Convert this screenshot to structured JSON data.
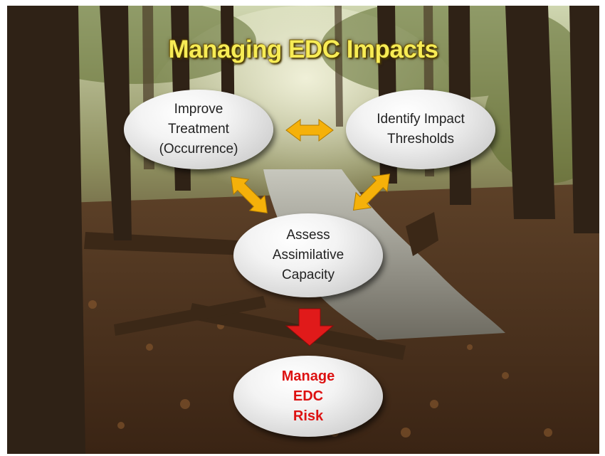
{
  "title": "Managing EDC Impacts",
  "nodes": {
    "improve": {
      "lines": [
        "Improve",
        "Treatment",
        "(Occurrence)"
      ]
    },
    "identify": {
      "lines": [
        "Identify Impact",
        "Thresholds"
      ]
    },
    "assess": {
      "lines": [
        "Assess",
        "Assimilative",
        "Capacity"
      ]
    },
    "manage": {
      "lines": [
        "Manage",
        "EDC",
        "Risk"
      ]
    }
  },
  "colors": {
    "title": "#f7ec55",
    "double_arrows": "#f5b10a",
    "down_arrow": "#e01a1a",
    "manage_text": "#dd1111"
  },
  "background": "forest-creek-photo"
}
